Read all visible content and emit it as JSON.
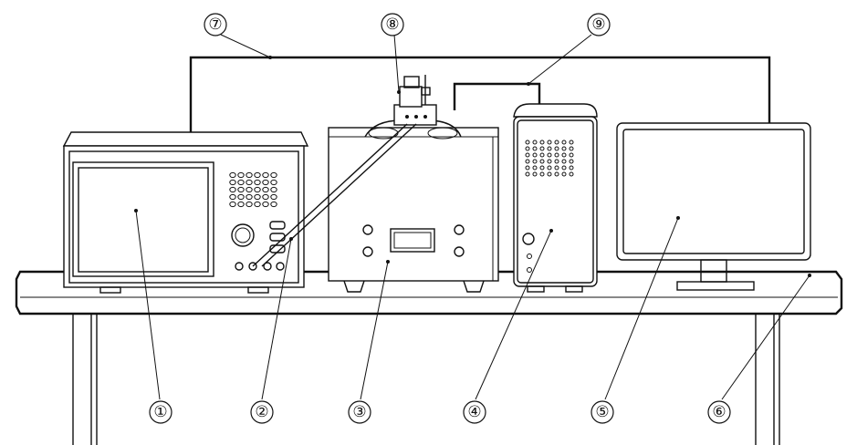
{
  "callouts": {
    "c1": "①",
    "c2": "②",
    "c3": "③",
    "c4": "④",
    "c5": "⑤",
    "c6": "⑥",
    "c7": "⑦",
    "c8": "⑧",
    "c9": "⑨"
  }
}
